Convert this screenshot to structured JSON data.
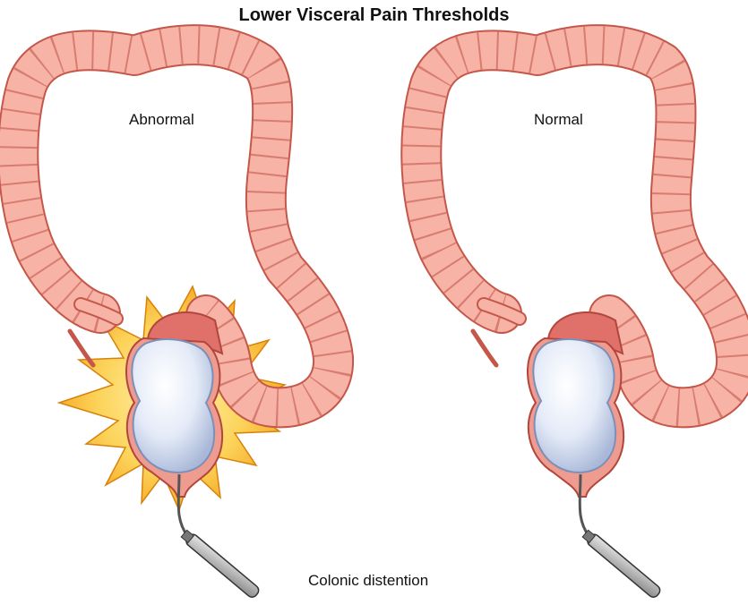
{
  "figure": {
    "title": "Lower Visceral Pain Thresholds",
    "left_panel_label": "Abnormal",
    "right_panel_label": "Normal",
    "caption": "Colonic distention"
  },
  "colors": {
    "colon_fill": "#f6b3a6",
    "colon_stroke": "#c4574a",
    "rectum_fill": "#e0706a",
    "balloon_fill": "#e6ecf8",
    "pain_burst": "#f4a11a",
    "pain_burst_inner": "#fcd96b"
  }
}
